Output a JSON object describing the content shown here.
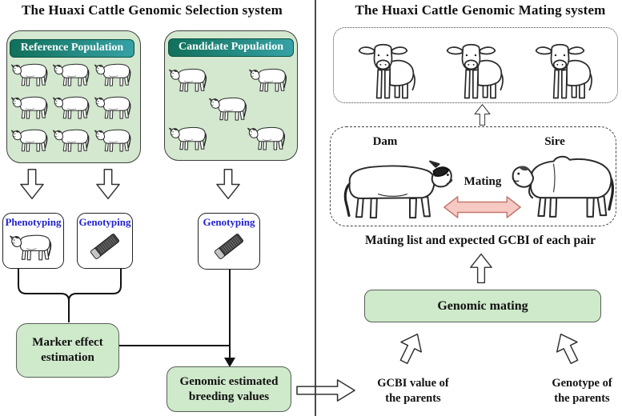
{
  "left_panel": {
    "title": "The Huaxi Cattle Genomic Selection system",
    "reference_population": {
      "label": "Reference Population",
      "cattle_count": 9
    },
    "candidate_population": {
      "label": "Candidate Population",
      "cattle_count": 5
    },
    "phenotyping": {
      "label": "Phenotyping"
    },
    "genotyping_reference": {
      "label": "Genotyping"
    },
    "genotyping_candidate": {
      "label": "Genotyping"
    },
    "marker_effect_box": {
      "line1": "Marker effect",
      "line2": "estimation"
    },
    "gebv_box": {
      "line1": "Genomic estimated",
      "line2": "breeding values"
    }
  },
  "right_panel": {
    "title": "The Huaxi Cattle Genomic Mating system",
    "offspring_group": {
      "calf_count": 3
    },
    "mating_pair": {
      "dam_label": "Dam",
      "sire_label": "Sire",
      "mating_label": "Mating"
    },
    "mating_list_caption": "Mating list and expected GCBI of each pair",
    "genomic_mating_label": "Genomic mating",
    "gcbi_value": {
      "line1": "GCBI value of",
      "line2": "the parents"
    },
    "genotype": {
      "line1": "Genotype of",
      "line2": "the parents"
    }
  },
  "colors": {
    "population_box_fill": "#d3e8cf",
    "process_box_fill": "#cfe9cb",
    "header_gradient_start": "#11705a",
    "header_gradient_end": "#36a1a6",
    "label_blue": "#2323cf",
    "mating_arrow_fill": "#f6c9c3",
    "mating_arrow_stroke": "#c2776e"
  }
}
